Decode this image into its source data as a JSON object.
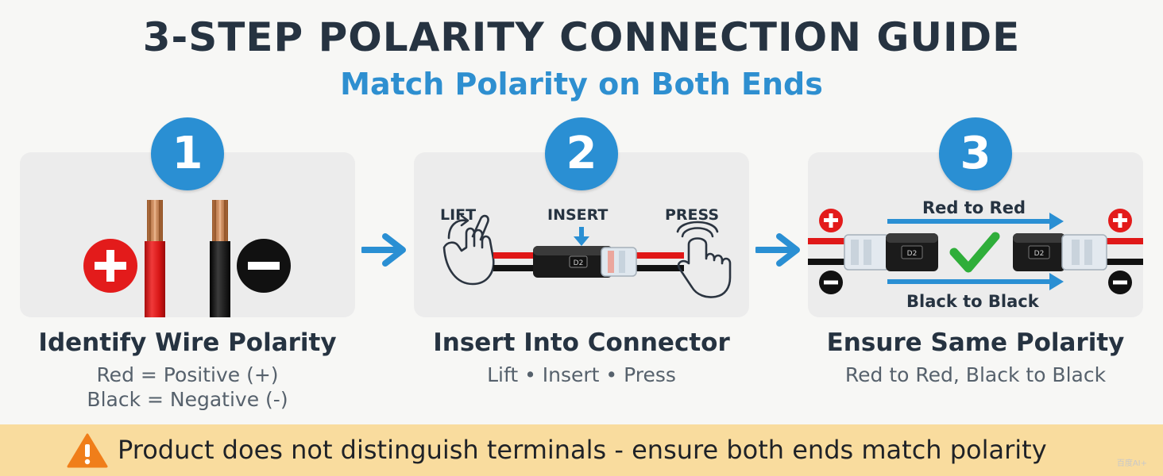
{
  "header": {
    "title": "3-STEP POLARITY CONNECTION GUIDE",
    "subtitle": "Match Polarity on Both Ends"
  },
  "steps": [
    {
      "number": "1",
      "title": "Identify Wire Polarity",
      "desc_lines": [
        "Red = Positive (+)",
        "Black = Negative (-)"
      ]
    },
    {
      "number": "2",
      "title": "Insert Into Connector",
      "desc_lines": [
        "Lift • Insert • Press"
      ],
      "labels": {
        "lift": "LIFT",
        "insert": "INSERT",
        "press": "PRESS"
      },
      "connector_marking": "D2"
    },
    {
      "number": "3",
      "title": "Ensure Same Polarity",
      "desc_lines": [
        "Red to Red, Black to Black"
      ],
      "labels": {
        "top": "Red to Red",
        "bottom": "Black to Black"
      },
      "connector_marking": "D2"
    }
  ],
  "warning": {
    "text": "Product does not distinguish terminals - ensure both ends match polarity",
    "icon": "warning-triangle-icon"
  },
  "watermark": "百度AI+",
  "colors": {
    "title": "#263341",
    "accent_blue": "#2a8fd3",
    "positive_red": "#e31b1b",
    "negative_black": "#111111",
    "check_green": "#2fae3a",
    "warning_bg": "#f9dc9e",
    "warning_icon": "#f07e1a"
  }
}
